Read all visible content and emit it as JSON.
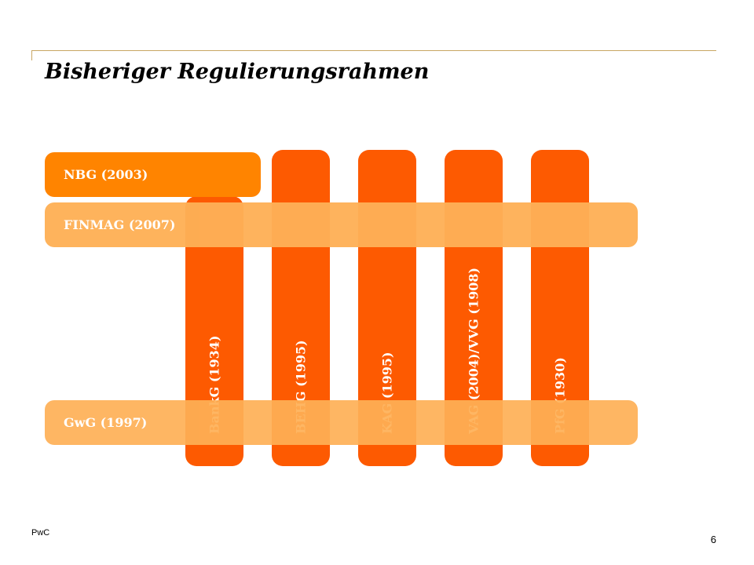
{
  "slide": {
    "title": "Bisheriger Regulierungsrahmen",
    "footer_brand": "PwC",
    "page_number": "6"
  },
  "colors": {
    "dark_orange": "#fd5a01",
    "medium_orange": "#ff8400",
    "light_orange": "#feb056",
    "rule_gold": "#c8a663"
  },
  "diagram": {
    "nbg": "NBG (2003)",
    "finmag": "FINMAG (2007)",
    "gwg": "GwG (1997)",
    "bankg": "BankG (1934)",
    "behg": "BEHG (1995)",
    "kag": "KAG (1995)",
    "vag": "VAG (2004)/VVG (1908)",
    "pfg": "PfG (1930)"
  }
}
